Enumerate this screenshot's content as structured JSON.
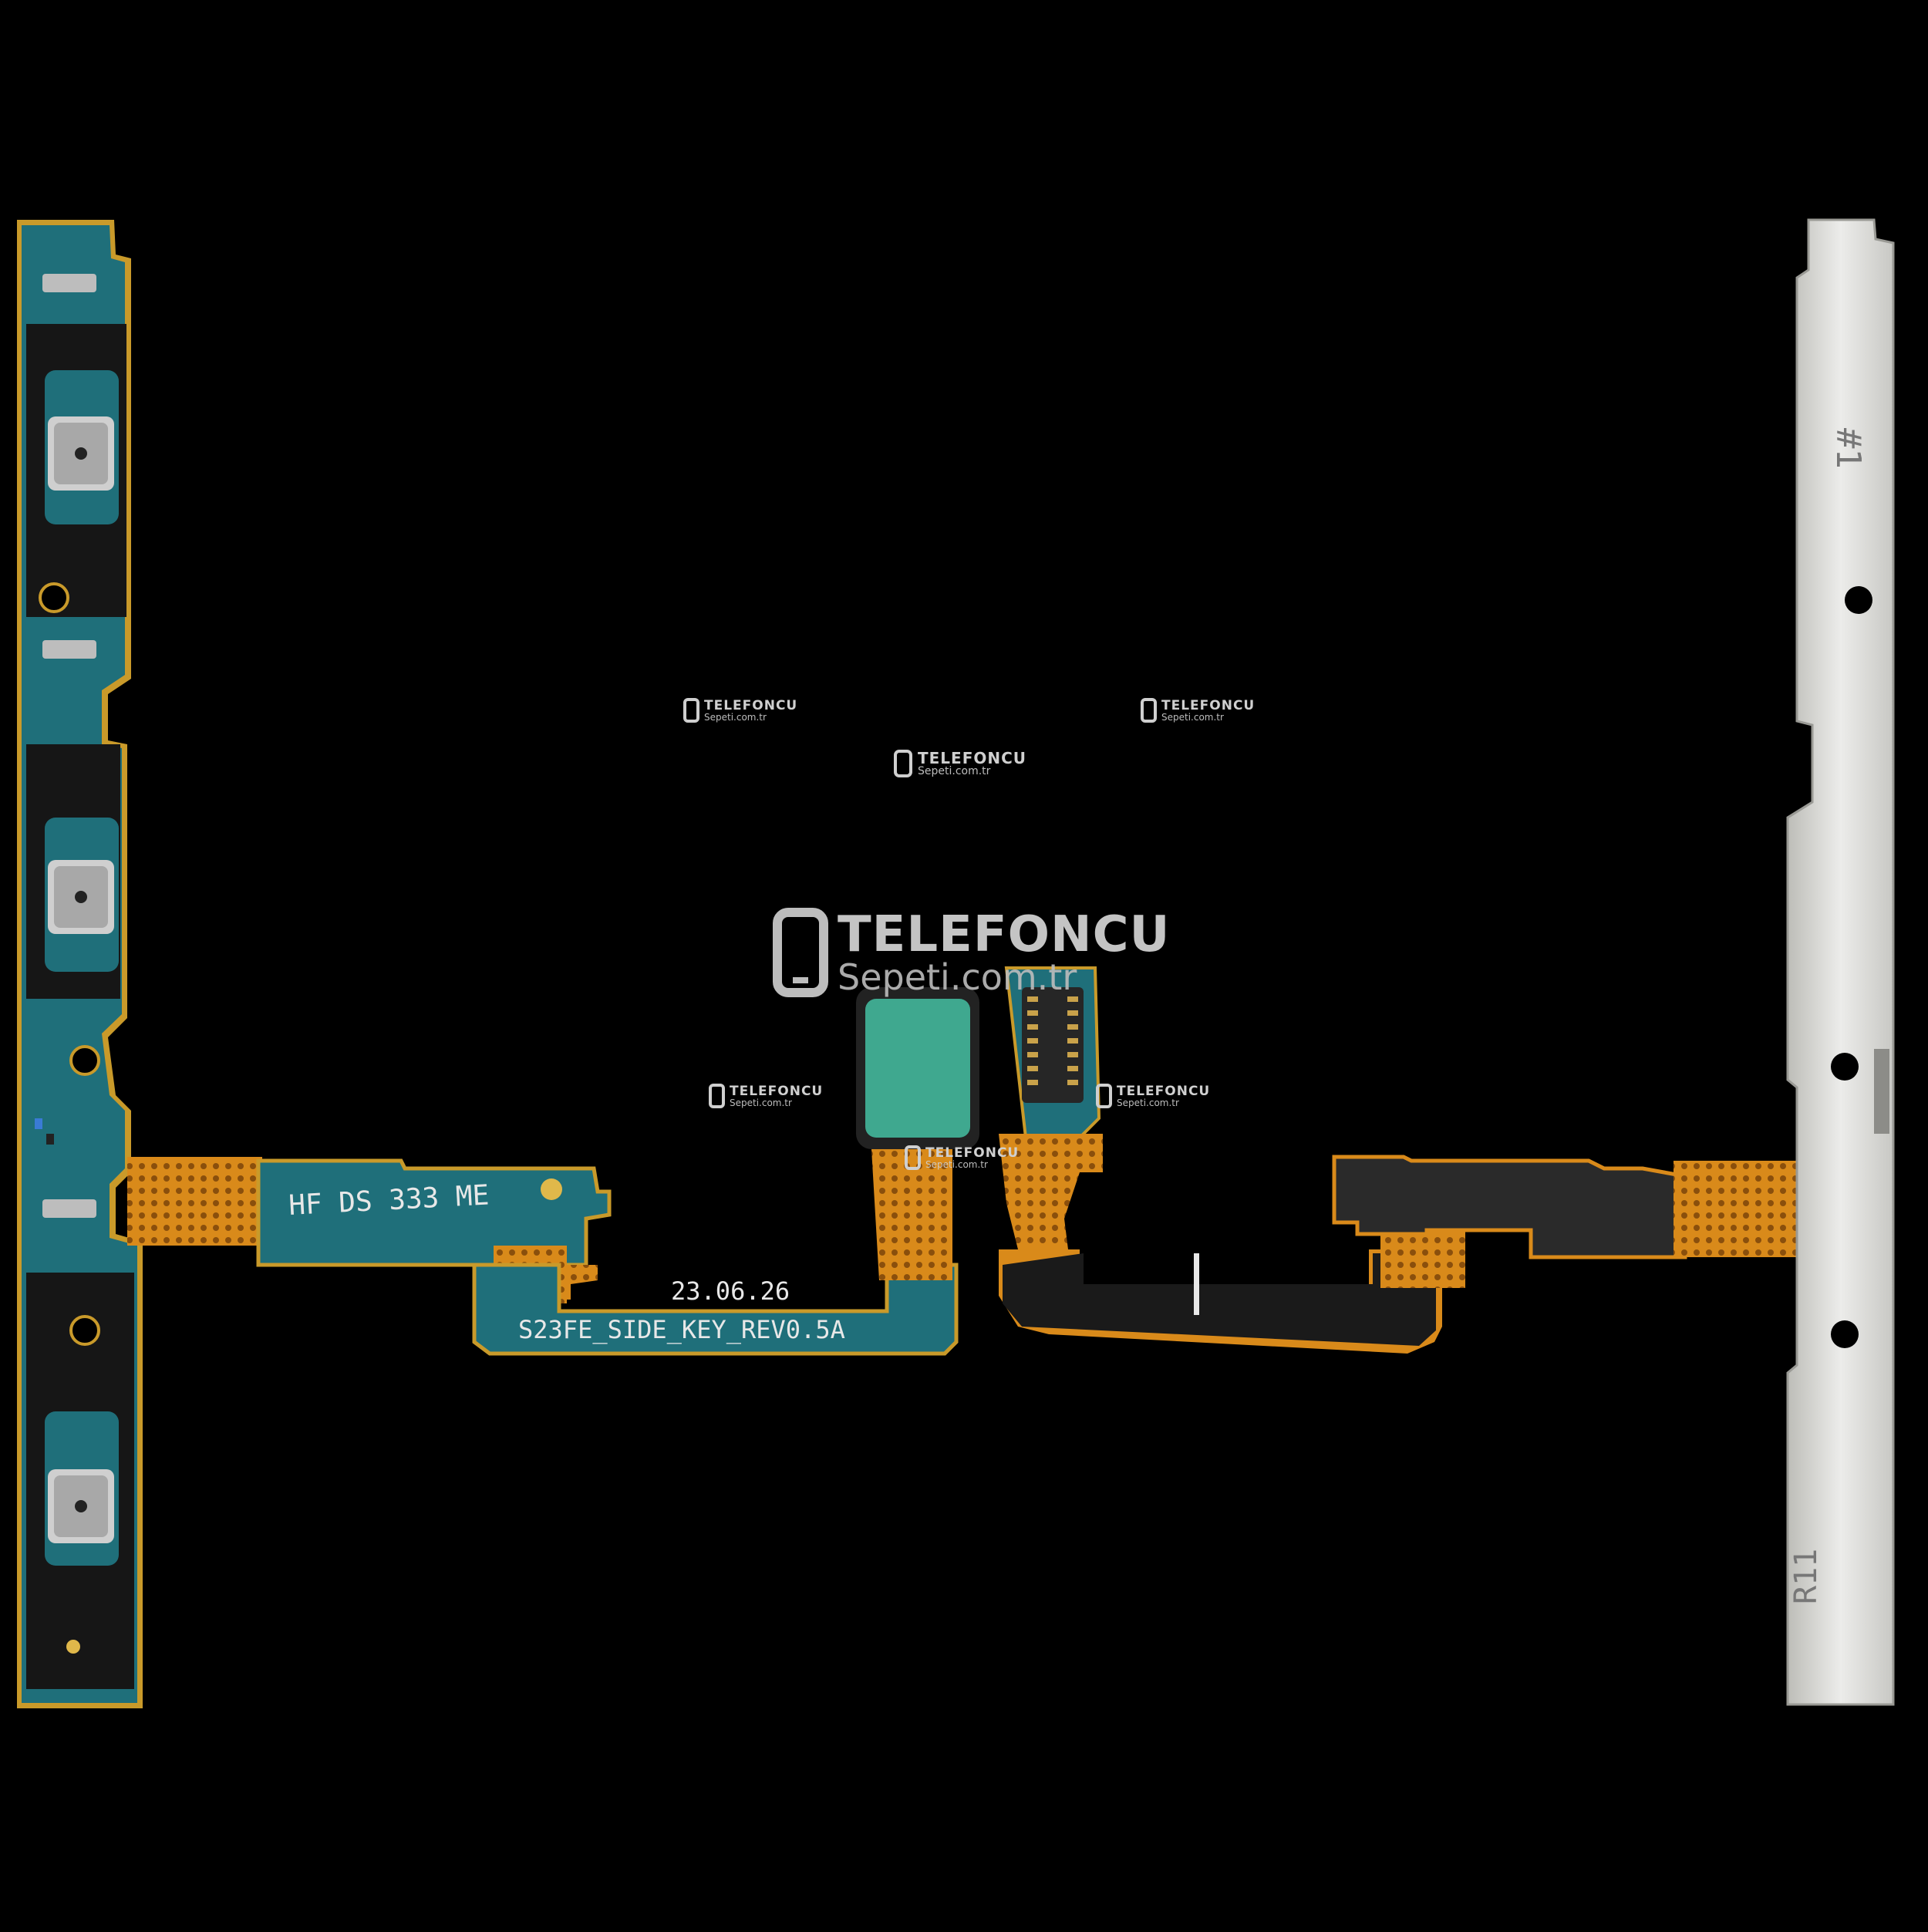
{
  "photo": {
    "flex_label_1": "HF DS 333 ME",
    "flex_label_date": "23.06.26",
    "flex_label_model": "S23FE_SIDE_KEY_REV0.5A",
    "bracket_mark_top": "#1",
    "bracket_mark_bottom": "R11",
    "colors": {
      "background": "#000000",
      "pcb_blue": "#1f6f7a",
      "flex_orange": "#d98a1a",
      "bracket_silver": "#d9d9d6"
    }
  },
  "watermark": {
    "brand_line1": "TELEFONCU",
    "brand_line2": "Sepeti.com.tr"
  }
}
